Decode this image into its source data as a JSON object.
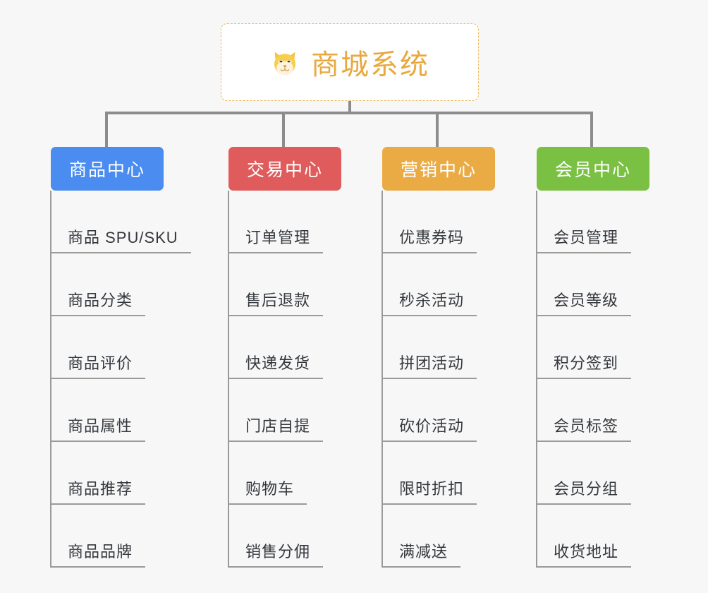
{
  "canvas": {
    "background": "#f7f7f7",
    "connector_color": "#8c8c8c",
    "leaf_line_color": "#9a9a9a",
    "leaf_text_color": "#35383d"
  },
  "root": {
    "icon": "shiba-dog-face-icon",
    "title": "商城系统",
    "title_color": "#e8a93f",
    "border_color": "#edb95e",
    "background": "#ffffff"
  },
  "branches": [
    {
      "id": "product-center",
      "label": "商品中心",
      "color": "#4a8cf0",
      "leaves": [
        "商品 SPU/SKU",
        "商品分类",
        "商品评价",
        "商品属性",
        "商品推荐",
        "商品品牌"
      ]
    },
    {
      "id": "trade-center",
      "label": "交易中心",
      "color": "#e05c5c",
      "leaves": [
        "订单管理",
        "售后退款",
        "快递发货",
        "门店自提",
        "购物车",
        "销售分佣"
      ]
    },
    {
      "id": "marketing-center",
      "label": "营销中心",
      "color": "#eaab44",
      "leaves": [
        "优惠券码",
        "秒杀活动",
        "拼团活动",
        "砍价活动",
        "限时折扣",
        "满减送"
      ]
    },
    {
      "id": "member-center",
      "label": "会员中心",
      "color": "#7ac143",
      "leaves": [
        "会员管理",
        "会员等级",
        "积分签到",
        "会员标签",
        "会员分组",
        "收货地址"
      ]
    }
  ]
}
